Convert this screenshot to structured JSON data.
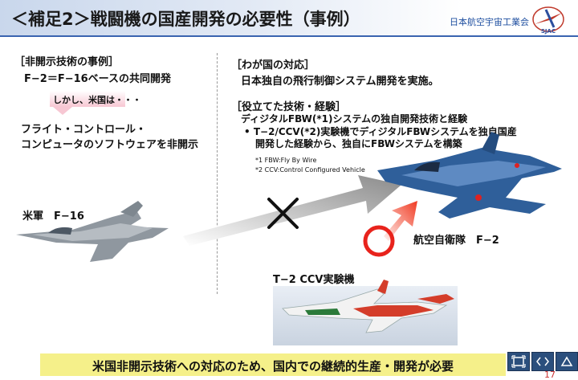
{
  "header": {
    "title": "＜補足2＞戦闘機の国産開発の必要性（事例）",
    "org": "日本航空宇宙工業会",
    "logo_text": "SJAC"
  },
  "left": {
    "heading": "［非開示技術の事例］",
    "line1": "F−2＝F−16ベースの共同開発",
    "however": "しかし、米国は・・・",
    "line2": "フライト・コントロール・",
    "line3": "コンピュータのソフトウェアを非開示",
    "aircraft_label": "米軍　F−16"
  },
  "right": {
    "heading1": "［わが国の対応］",
    "line1": "日本独自の飛行制御システム開発を実施。",
    "heading2": "［役立てた技術・経験］",
    "line2": "ディジタルFBW(*1)システムの独自開発技術と経験",
    "bullet_line1": "•  T−2/CCV(*2)実験機でディジタルFBWシステムを独自国産",
    "bullet_line2": "開発した経験から、独自にFBWシステムを構築",
    "note1": "*1 FBW:Fly By Wire",
    "note2": "*2 CCV:Control Configured Vehicle",
    "aircraft_label": "航空自衛隊　F−2",
    "ccv_label": "T−2 CCV実験機"
  },
  "bottom": {
    "text": "米国非開示技術への対応のため、国内での継続的生産・開発が必要"
  },
  "page_number": "17",
  "colors": {
    "accent": "#3a64b0",
    "bottom_bar": "#f5f08a",
    "circle": "#e8231c",
    "arrow_red": "#e8231c",
    "arrow_gray": "#888888"
  }
}
